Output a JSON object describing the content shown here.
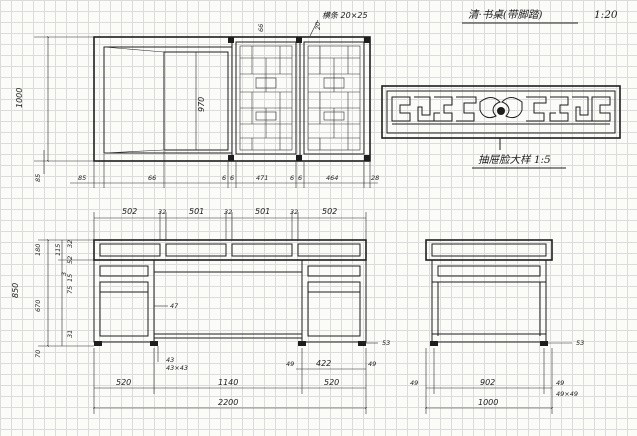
{
  "title": "清·书桌(带脚踏)",
  "scale": "1:20",
  "plan": {
    "note": "横条 20×25",
    "vertical_dim": "1000",
    "depth_label": "970",
    "dim_66": "66",
    "dim_20": "20",
    "dim_85_left": "85",
    "bottom_dims": [
      "85",
      "66",
      "6",
      "6",
      "471",
      "6",
      "6",
      "464",
      "28"
    ]
  },
  "panel": {
    "label": "抽屉脸大样 1:5"
  },
  "front": {
    "top_dims": [
      "502",
      "32",
      "501",
      "32",
      "501",
      "32",
      "502"
    ],
    "left_dims": [
      "850",
      "180",
      "670",
      "32",
      "115",
      "52",
      "3",
      "15",
      "75",
      "31",
      "70"
    ],
    "dim_47": "47",
    "dim_53": "53",
    "dim_43": "43",
    "dim_43x43": "43×43",
    "dim_49": "49",
    "dim_49b": "49",
    "dim_422": "422",
    "bottom_dims": [
      "520",
      "1140",
      "520"
    ],
    "total": "2200"
  },
  "side": {
    "dim_53": "53",
    "bottom_dims": [
      "49",
      "902",
      "49"
    ],
    "dim_49x49": "49×49",
    "total": "1000"
  }
}
